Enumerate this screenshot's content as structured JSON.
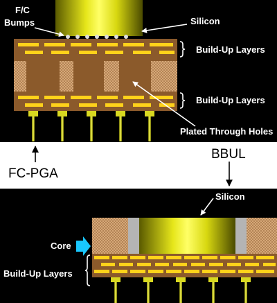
{
  "top_panel": {
    "labels": {
      "fc_bumps_1": "F/C",
      "fc_bumps_2": "Bumps",
      "silicon": "Silicon",
      "buildup_top": "Build-Up Layers",
      "buildup_bottom": "Build-Up Layers",
      "plated_holes": "Plated Through Holes"
    }
  },
  "middle": {
    "left_label": "FC-PGA",
    "right_label": "BBUL"
  },
  "bottom_panel": {
    "labels": {
      "silicon": "Silicon",
      "core": "Core",
      "buildup": "Build-Up Layers"
    }
  },
  "colors": {
    "panel_bg": "#000000",
    "substrate": "#8b5a2b",
    "trace": "#ffd21a",
    "silicon": "#e8e81a",
    "pin": "#d8d820",
    "core_arrow": "#19c8ff"
  }
}
